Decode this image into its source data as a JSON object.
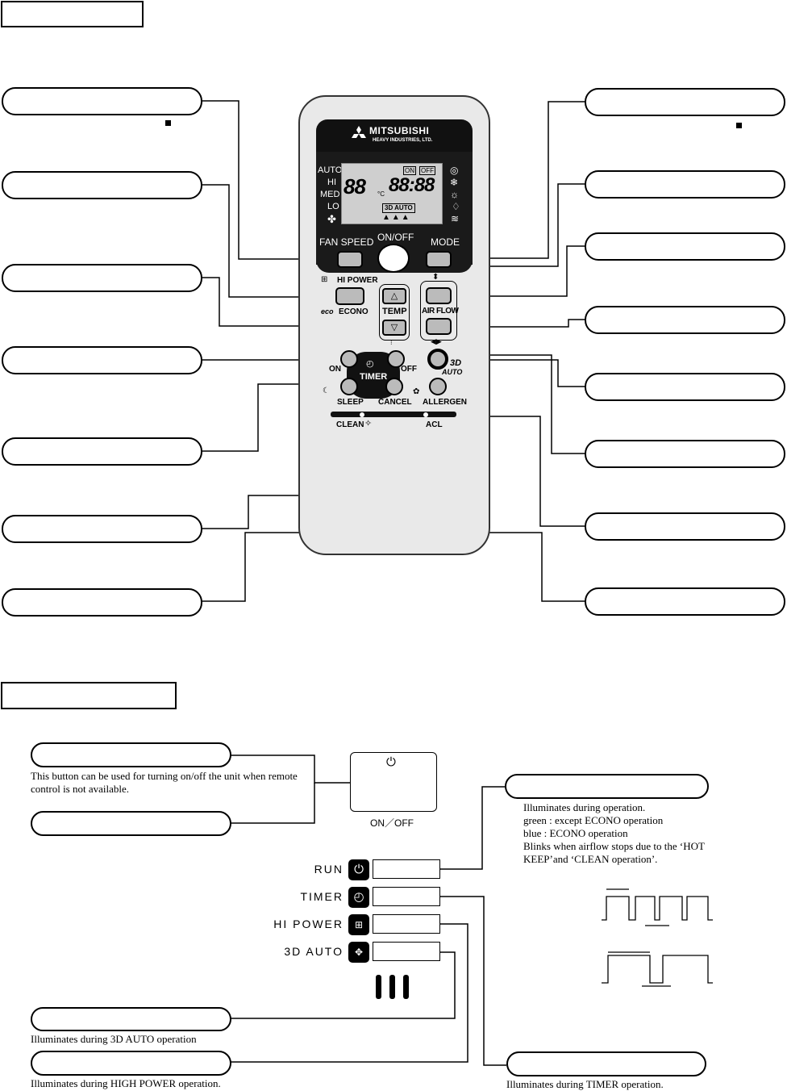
{
  "remote": {
    "brand": "MITSUBISHI",
    "brand_sub": "HEAVY INDUSTRIES, LTD.",
    "fan_levels": [
      "AUTO",
      "HI",
      "MED",
      "LO"
    ],
    "lcd_temp": "88",
    "lcd_deg": "°C",
    "lcd_time": "88:88",
    "lcd_on": "ON",
    "lcd_off": "OFF",
    "lcd_3d": "3D AUTO",
    "buttons": {
      "fan_speed": "FAN SPEED",
      "on_off": "ON/OFF",
      "mode": "MODE",
      "hi_power": "HI POWER",
      "econo": "ECONO",
      "temp": "TEMP",
      "air_flow": "AIR FLOW",
      "timer": "TIMER",
      "on": "ON",
      "off": "OFF",
      "sleep": "SLEEP",
      "cancel": "CANCEL",
      "allergen": "ALLERGEN",
      "clean": "CLEAN",
      "acl": "ACL",
      "three_d": "3D",
      "auto": "AUTO"
    }
  },
  "unit": {
    "on_off_label": "ON／OFF",
    "on_off_note": "This button can be used for turning on/off the unit when remote control is not available.",
    "indicators": [
      {
        "label": "RUN",
        "icon": "power-icon"
      },
      {
        "label": "TIMER",
        "icon": "clock-icon"
      },
      {
        "label": "HI POWER",
        "icon": "hi-power-icon"
      },
      {
        "label": "3D AUTO",
        "icon": "3d-auto-icon"
      }
    ],
    "run_desc": [
      "Illuminates during operation.",
      "green : except ECONO operation",
      "blue : ECONO operation",
      "Blinks when airflow stops due to the ‘HOT",
      "KEEP’and ‘CLEAN operation’."
    ],
    "three_d_desc": "Illuminates during 3D AUTO operation",
    "hi_power_desc": "Illuminates during HIGH POWER operation.",
    "timer_desc": "Illuminates during TIMER operation."
  }
}
